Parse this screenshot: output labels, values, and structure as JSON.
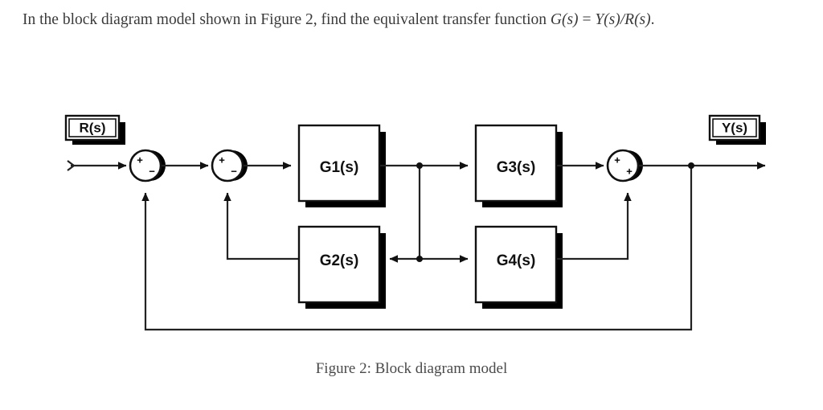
{
  "document": {
    "problem_text_line1": "In the block diagram model shown in Figure 2, find the equivalent transfer function G(s) =",
    "problem_text_line2": "Y(s)/R(s).",
    "problem_prefix": "In the block diagram model shown in Figure 2, find the equivalent transfer function ",
    "problem_math1": "G(s)",
    "problem_eq": " = ",
    "problem_math2": "Y(s)/R(s)",
    "problem_suffix": ".",
    "caption": "Figure 2: Block diagram model"
  },
  "diagram": {
    "type": "block-diagram",
    "input_label": "R(s)",
    "output_label": "Y(s)",
    "blocks": [
      {
        "id": "G1",
        "label": "G1(s)"
      },
      {
        "id": "G2",
        "label": "G2(s)"
      },
      {
        "id": "G3",
        "label": "G3(s)"
      },
      {
        "id": "G4",
        "label": "G4(s)"
      }
    ],
    "summing_junctions": [
      {
        "id": "sum1",
        "sign_top": "+",
        "sign_bottom": "−"
      },
      {
        "id": "sum2",
        "sign_top": "+",
        "sign_bottom": "−"
      },
      {
        "id": "sum3",
        "sign_top": "+",
        "sign_bottom": "+"
      }
    ],
    "colors": {
      "line": "#222222",
      "block_fill": "#ffffff",
      "block_stroke": "#111111",
      "shadow": "#000000",
      "background": "#ffffff"
    }
  }
}
